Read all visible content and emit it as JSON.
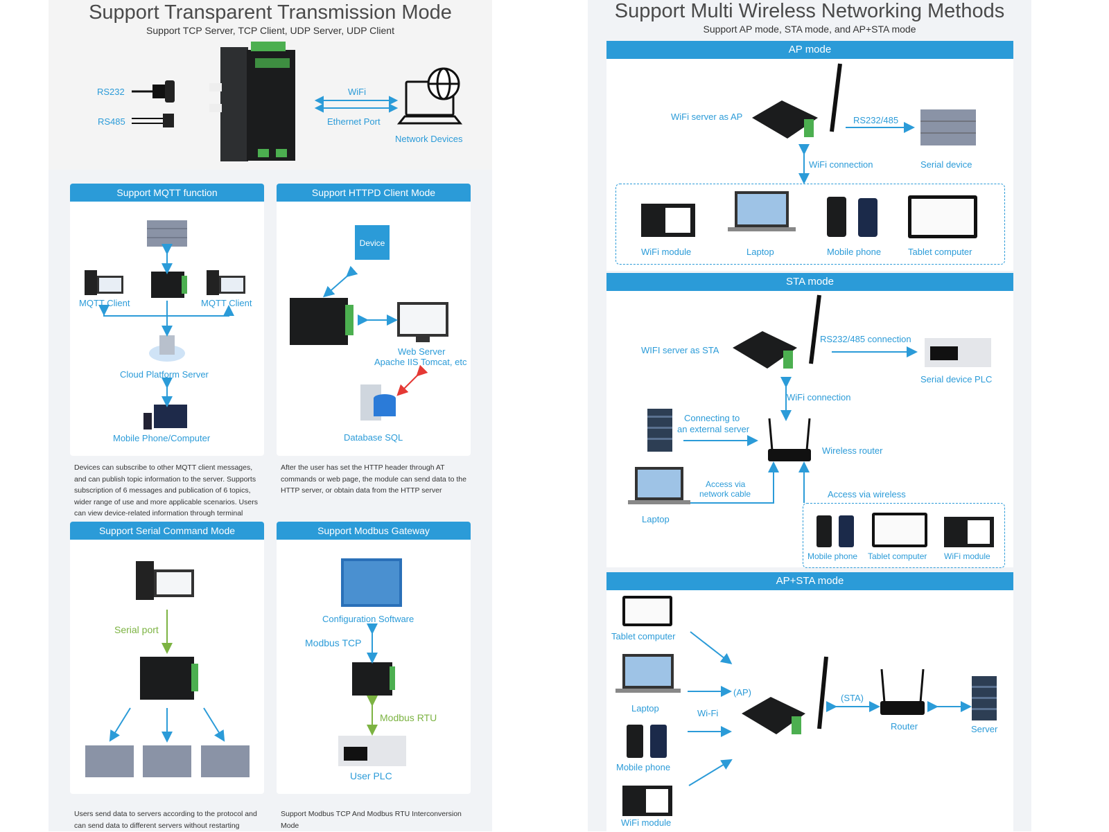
{
  "left": {
    "title": "Support Transparent Transmission Mode",
    "subtitle": "Support TCP Server, TCP Client, UDP Server, UDP Client",
    "transmission": {
      "rs232": "RS232",
      "rs485": "RS485",
      "wifi": "WiFi",
      "ethernet": "Ethernet Port",
      "network_devices": "Network Devices"
    },
    "mqtt": {
      "header": "Support MQTT function",
      "client_left": "MQTT Client",
      "client_right": "MQTT Client",
      "cloud": "Cloud Platform Server",
      "mobile": "Mobile Phone/Computer",
      "desc": "Devices can subscribe to other MQTT client messages, and can publish topic information to the server. Supports subscription of 6 messages and publication of 6 topics, wider range of use and more applicable scenarios. Users can view device-related information through terminal"
    },
    "httpd": {
      "header": "Support HTTPD Client Mode",
      "device": "Device",
      "web_server": "Web Server",
      "web_server_sub": "Apache IIS Tomcat, etc",
      "database": "Database SQL",
      "desc": "After the user has set the HTTP header through AT commands or web page, the module can send data to the HTTP server, or obtain data from the HTTP server"
    },
    "serial": {
      "header": "Support Serial Command Mode",
      "serial_port": "Serial port",
      "desc": "Users send data to servers according to the protocol and can send data to different servers without restarting"
    },
    "modbus": {
      "header": "Support Modbus Gateway",
      "config": "Configuration Software",
      "modbus_tcp": "Modbus TCP",
      "modbus_rtu": "Modbus RTU",
      "user_plc": "User PLC",
      "desc": "Support Modbus TCP And Modbus RTU Interconversion Mode"
    }
  },
  "right": {
    "title": "Support Multi Wireless Networking Methods",
    "subtitle": "Support AP mode, STA mode, and AP+STA mode",
    "ap": {
      "header": "AP mode",
      "server": "WiFi server as AP",
      "rs": "RS232/485",
      "serial_device": "Serial device",
      "wifi_conn": "WiFi connection",
      "items": [
        "WiFi module",
        "Laptop",
        "Mobile phone",
        "Tablet computer"
      ]
    },
    "sta": {
      "header": "STA mode",
      "server": "WIFI server as STA",
      "rs": "RS232/485 connection",
      "plc": "Serial device PLC",
      "wifi_conn": "WiFi connection",
      "external_1": "Connecting to",
      "external_2": "an external server",
      "router": "Wireless router",
      "cable_1": "Access via",
      "cable_2": "network cable",
      "laptop": "Laptop",
      "wireless": "Access via wireless",
      "items": [
        "Mobile phone",
        "Tablet computer",
        "WiFi module"
      ]
    },
    "apsta": {
      "header": "AP+STA mode",
      "tablet": "Tablet computer",
      "laptop": "Laptop",
      "mobile": "Mobile phone",
      "wifi_module": "WiFi module",
      "wifi": "Wi-Fi",
      "ap": "(AP)",
      "sta": "(STA)",
      "router": "Router",
      "server": "Server"
    }
  },
  "colors": {
    "accent": "#2b9bd8",
    "green": "#7cb342",
    "red": "#e53935"
  }
}
